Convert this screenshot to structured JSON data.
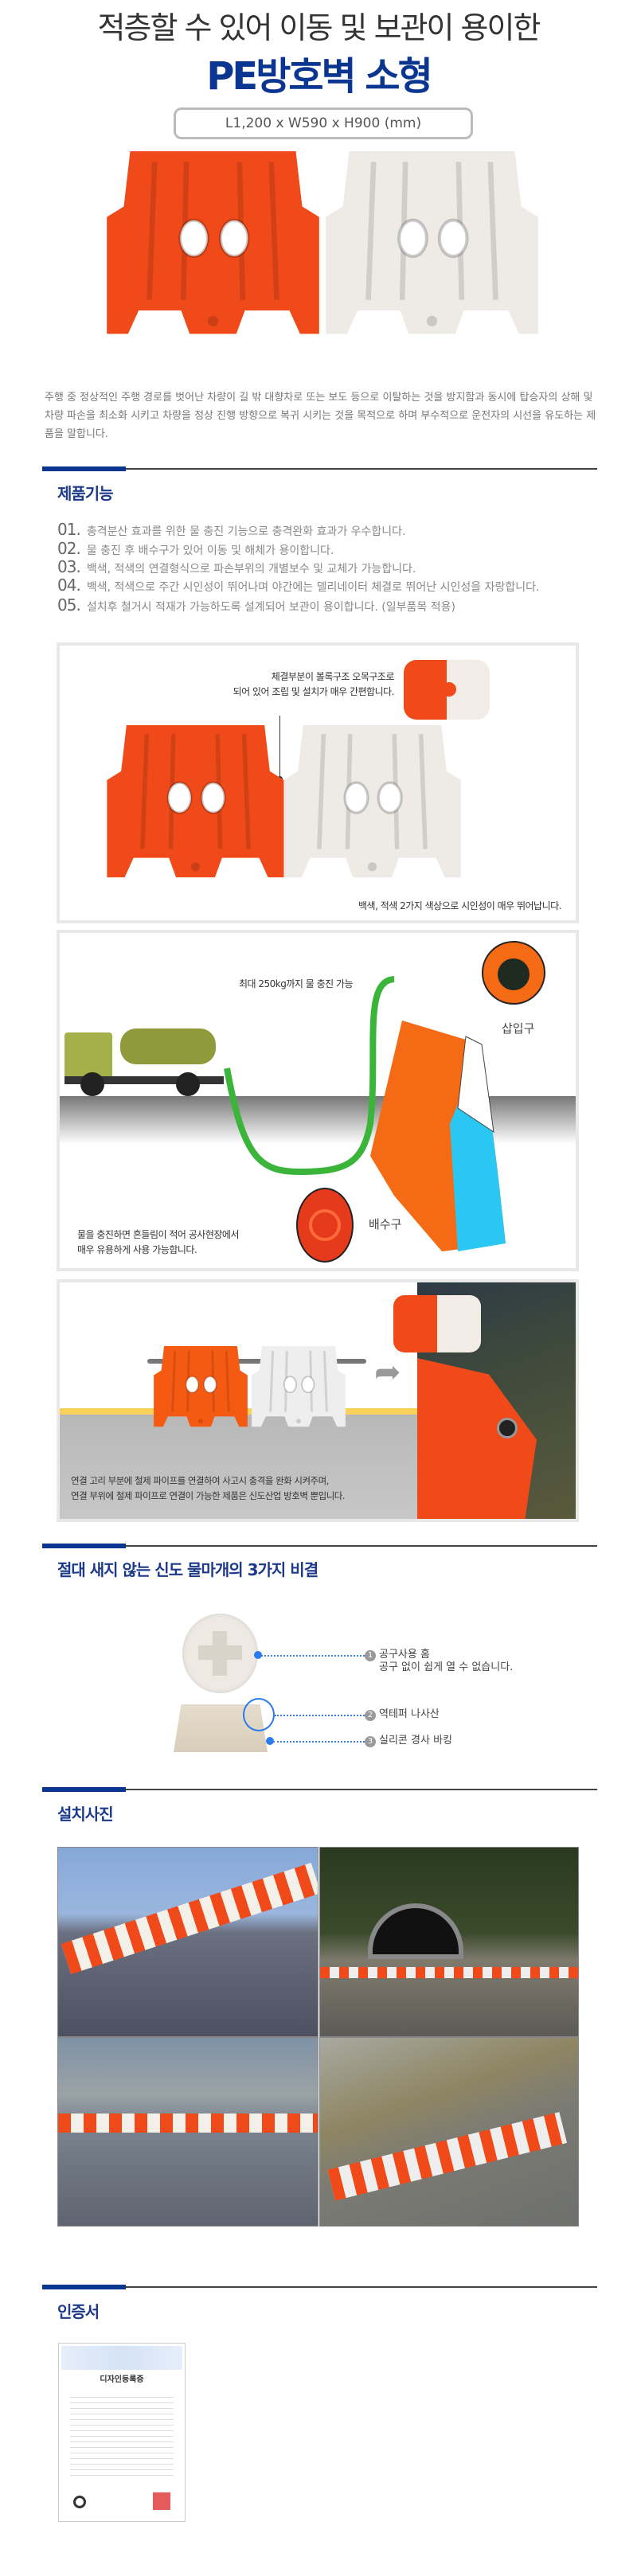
{
  "header": {
    "subtitle": "적층할 수 있어 이동 및 보관이 용이한",
    "title": "PE방호벽 소형",
    "dimensions": "L1,200 x W590 x H900 (mm)"
  },
  "description": "주행 중 정상적인 주행 경로를 벗어난 차량이 길 밖 대향차로 또는 보도 등으로 이탈하는 것을 방지함과 동시에 탑승자의 상해 및 차량 파손을 최소화 시키고 차량을 정상 진행 방향으로 복귀 시키는 것을 목적으로 하며 부수적으로 운전자의 시선을 유도하는 제품을 말합니다.",
  "features": {
    "title": "제품기능",
    "items": [
      {
        "num": "01.",
        "text": "충격분산 효과를 위한 물 충진 기능으로 충격완화 효과가 우수합니다."
      },
      {
        "num": "02.",
        "text": "물 충진 후 배수구가 있어 이동 및 해체가 용이합니다."
      },
      {
        "num": "03.",
        "text": "백색, 적색의 연결형식으로 파손부위의 개별보수 및 교체가 가능합니다."
      },
      {
        "num": "04.",
        "text": "백색, 적색으로 주간 시인성이 뛰어나며 야간에는 델리네이터 체결로 뛰어난 시인성을 자랑합니다."
      },
      {
        "num": "05.",
        "text": "설치후 철거시 적재가 가능하도록 설계되어 보관이 용이합니다. (일부품목 적용)"
      }
    ],
    "panel1": {
      "callout_line1": "체결부분이 볼록구조 오목구조로",
      "callout_line2": "되어 있어 조립 및 설치가 매우 간편합니다.",
      "caption": "백색, 적색 2가지 색상으로 시인성이 매우 뛰어납니다."
    },
    "panel2": {
      "fill_label": "최대 250kg까지 물 충진 가능",
      "inlet_label": "삽입구",
      "drain_label": "배수구",
      "caption_line1": "물을 충진하면 흔들림이 적어 공사현장에서",
      "caption_line2": "매우 유용하게 사용 가능합니다."
    },
    "panel3": {
      "caption_line1": "연결 고리 부분에 철제 파이프를 연결하여 사고시 충격을 완화 시켜주며,",
      "caption_line2": "연결 부위에 철제 파이프로 연결이 가능한 제품은 신도산업 방호벽 뿐입니다."
    }
  },
  "secrets": {
    "title": "절대 새지 않는 신도 물마개의 3가지 비결",
    "items": [
      {
        "num": "1",
        "label": "공구사용 홈",
        "sub": "공구 없이 쉽게 열 수 없습니다."
      },
      {
        "num": "2",
        "label": "역테퍼 나사산"
      },
      {
        "num": "3",
        "label": "실리콘 경사 바킹"
      }
    ]
  },
  "install": {
    "title": "설치사진"
  },
  "certificate": {
    "title": "인증서",
    "doc_title": "디자인등록증"
  },
  "colors": {
    "brand_navy": "#0a3590",
    "barrier_orange": "#f04a1a",
    "barrier_white": "#eeebe6"
  }
}
